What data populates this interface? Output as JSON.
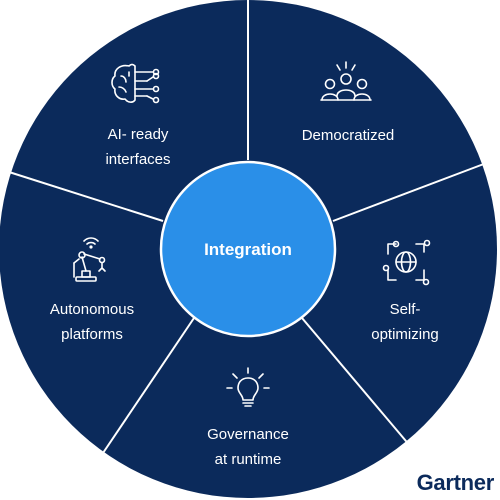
{
  "center": {
    "label": "Integration"
  },
  "segments": [
    {
      "id": "ai-ready",
      "lines": [
        "AI- ready",
        "interfaces"
      ],
      "icon": "brain-circuit-icon"
    },
    {
      "id": "democratized",
      "lines": [
        "Democratized"
      ],
      "icon": "people-group-icon"
    },
    {
      "id": "self-opt",
      "lines": [
        "Self-",
        "optimizing"
      ],
      "icon": "globe-circuit-icon"
    },
    {
      "id": "governance",
      "lines": [
        "Governance",
        "at runtime"
      ],
      "icon": "lightbulb-icon"
    },
    {
      "id": "autonomous",
      "lines": [
        "Autonomous",
        "platforms"
      ],
      "icon": "robot-arm-icon"
    }
  ],
  "brand": "Gartner",
  "colors": {
    "wheel": "#0b2a5b",
    "center": "#2a8fe8",
    "divider": "#ffffff",
    "brand": "#0b2a5b"
  }
}
